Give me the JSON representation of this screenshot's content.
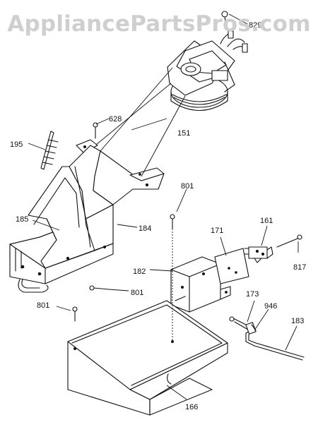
{
  "watermark": "AppliancePartsPros.com",
  "callouts": {
    "p829": "829",
    "p151": "151",
    "p628": "628",
    "p195": "195",
    "p185": "185",
    "p184": "184",
    "p801a": "801",
    "p801b": "801",
    "p801c": "801",
    "p171": "171",
    "p161": "161",
    "p817": "817",
    "p182": "182",
    "p173": "173",
    "p946": "946",
    "p183": "183",
    "p166": "166"
  }
}
